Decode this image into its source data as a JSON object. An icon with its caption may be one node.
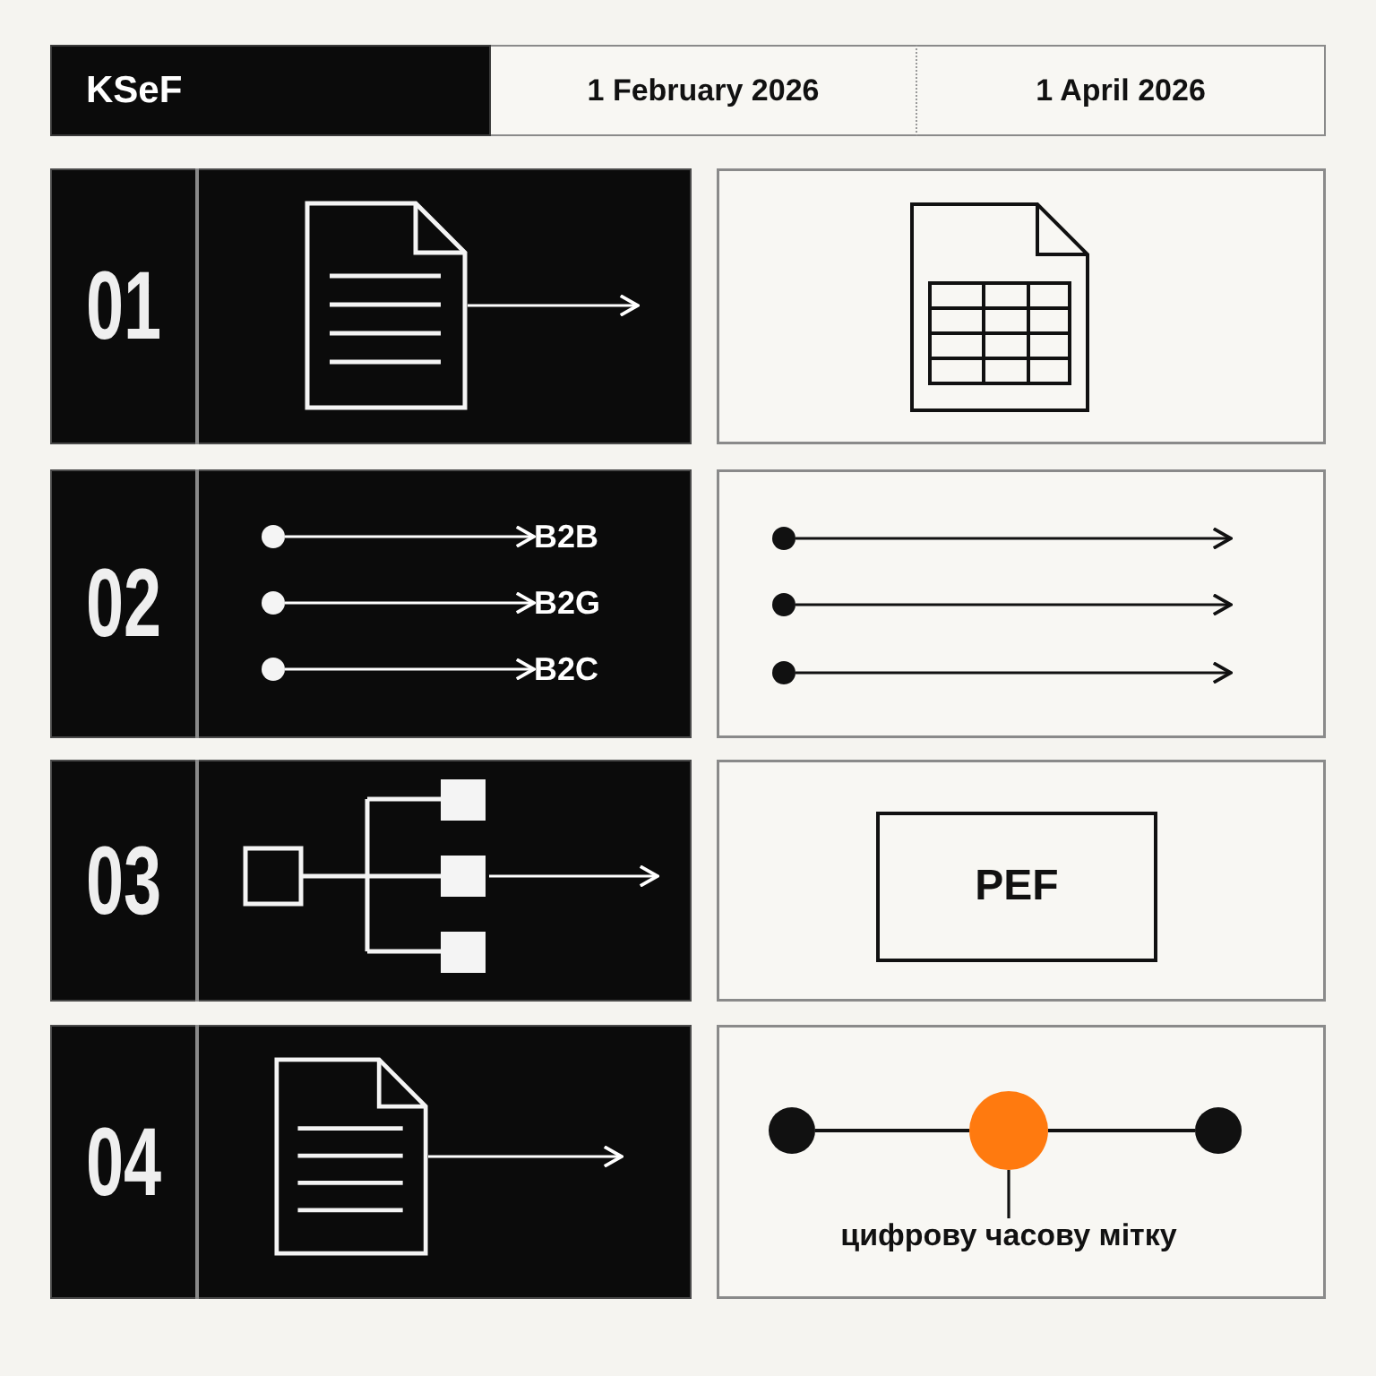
{
  "diagram": {
    "nodes": [
      {
        "text": [
          "KSeF"
        ]
      },
      {
        "text": [
          "1 February 2026"
        ]
      },
      {
        "text": [
          "1 April 2026"
        ]
      },
      {
        "text": [
          "01"
        ]
      },
      {
        "text": [],
        "shape": "picture",
        "in": 3
      },
      {
        "text": [],
        "shape": "box"
      },
      {
        "text": [
          "02"
        ]
      },
      {
        "text": [],
        "shape": "circle",
        "in": 6
      },
      {
        "text": [
          "B2B"
        ],
        "in": 6
      },
      {
        "text": [],
        "shape": "circle",
        "in": 6
      },
      {
        "text": [
          "B2G"
        ],
        "in": 6
      },
      {
        "text": [],
        "shape": "circle",
        "in": 6
      },
      {
        "text": [
          "B2C"
        ],
        "in": 6
      },
      {
        "text": [],
        "shape": "box"
      },
      {
        "text": [],
        "shape": "circle",
        "in": 13
      },
      {
        "text": [],
        "shape": "circle",
        "in": 13
      },
      {
        "text": [],
        "shape": "circle",
        "in": 13
      },
      {
        "text": [
          "03"
        ]
      },
      {
        "text": [],
        "shape": "picture",
        "in": 17
      },
      {
        "text": [],
        "shape": "box"
      },
      {
        "text": [
          "PEF"
        ],
        "in": 19
      },
      {
        "text": [
          "04"
        ]
      },
      {
        "text": [],
        "shape": "picture",
        "in": 21
      },
      {
        "text": [],
        "shape": "box"
      },
      {
        "text": [],
        "shape": "circle",
        "in": 23
      },
      {
        "text": [],
        "shape": "circle",
        "in": 23
      },
      {
        "text": [],
        "shape": "circle",
        "in": 23
      },
      {
        "text": [
          "цифрову часову мітку"
        ],
        "in": 23
      }
    ],
    "edges": [
      {
        "from": 4,
        "to": null,
        "arrow": "to"
      },
      {
        "from": 7,
        "to": 8,
        "arrow": "to"
      },
      {
        "from": 9,
        "to": 10,
        "arrow": "to"
      },
      {
        "from": 11,
        "to": 12,
        "arrow": "to"
      },
      {
        "from": 14,
        "to": null,
        "arrow": "to",
        "color": "#111111"
      },
      {
        "from": 15,
        "to": null,
        "arrow": "to",
        "color": "#111111"
      },
      {
        "from": 16,
        "to": null,
        "arrow": "to",
        "color": "#111111"
      },
      {
        "from": 18,
        "to": null,
        "arrow": "to"
      },
      {
        "from": 22,
        "to": null,
        "arrow": "to"
      },
      {
        "from": 24,
        "to": 25,
        "arrow": "none",
        "color": "#111111"
      },
      {
        "from": 25,
        "to": 26,
        "arrow": "none",
        "color": "#111111"
      },
      {
        "from": 27,
        "to": 25,
        "arrow": "none",
        "color": "#111111"
      }
    ]
  }
}
